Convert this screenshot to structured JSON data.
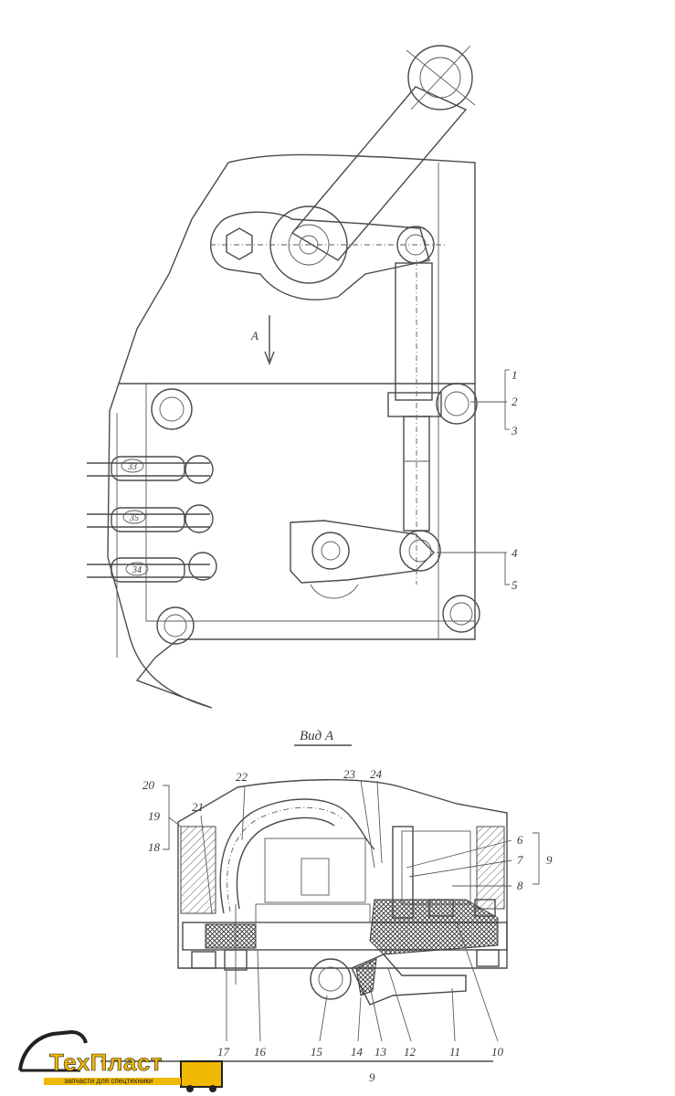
{
  "labels": {
    "view_arrow": "A",
    "view_title": "Вид А",
    "top_callouts": [
      "1",
      "2",
      "3",
      "4",
      "5"
    ],
    "tube_tags": [
      "33",
      "35",
      "34"
    ],
    "section_callouts_left": [
      "20",
      "19",
      "18",
      "21",
      "22"
    ],
    "section_callouts_top": [
      "23",
      "24"
    ],
    "section_callouts_right": [
      "6",
      "7",
      "8",
      "9"
    ],
    "section_callouts_bottom": [
      "17",
      "16",
      "15",
      "14",
      "13",
      "12",
      "11",
      "10"
    ],
    "section_bottom_under": "9"
  },
  "logo": {
    "brand": "ТехПласт",
    "tagline": "запчасти для спецтехники"
  },
  "colors": {
    "ink": "#4a4a4a",
    "logo_yellow": "#f0b800"
  }
}
